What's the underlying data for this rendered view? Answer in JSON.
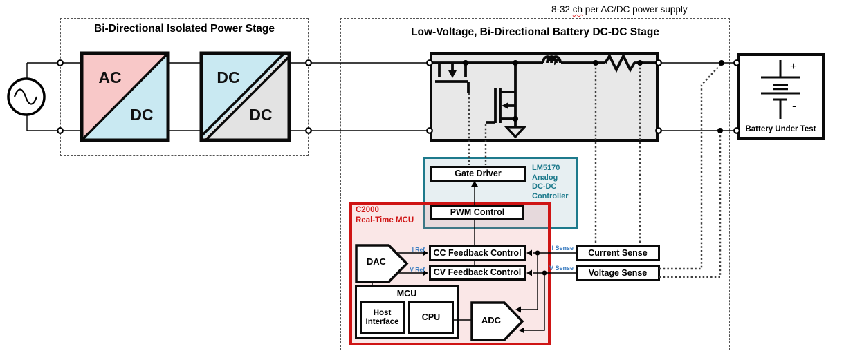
{
  "annotation": {
    "pre": "8-32 ",
    "word": "ch",
    "post": " per AC/DC power supply"
  },
  "stage1": {
    "title": "Bi-Directional Isolated Power Stage",
    "acdc_block": {
      "top": "AC",
      "bottom": "DC"
    },
    "dcdc_block": {
      "top": "DC",
      "bottom": "DC"
    }
  },
  "stage2": {
    "title": "Low-Voltage, Bi-Directional Battery DC-DC Stage"
  },
  "lm5170": {
    "label": "LM5170\nAnalog\nDC-DC\nController",
    "gate_driver": "Gate Driver"
  },
  "c2000": {
    "label": "C2000\nReal-Time MCU",
    "pwm": "PWM Control",
    "cc": "CC Feedback Control",
    "cv": "CV Feedback Control",
    "dac": "DAC",
    "adc": "ADC",
    "mcu": "MCU",
    "host_interface": "Host Interface",
    "cpu": "CPU"
  },
  "signals": {
    "i_ref": "I Ref",
    "v_ref": "V Ref",
    "i_sense": "I Sense",
    "v_sense": "V Sense"
  },
  "sense": {
    "current": "Current Sense",
    "voltage": "Voltage Sense"
  },
  "battery": {
    "label": "Battery Under Test",
    "plus": "+",
    "minus": "-"
  },
  "colors": {
    "teal": "#1d7a8c",
    "red": "#cf1414",
    "blue": "#3f7fc1",
    "pink": "#f8c8c8",
    "cyan": "#c9e9f2",
    "light_gray": "#e3e3e3",
    "stage_gray": "#e8e8e8",
    "teal_fill": "#e7eff2",
    "c2000_fill": "rgba(222,106,106,0.16)"
  }
}
